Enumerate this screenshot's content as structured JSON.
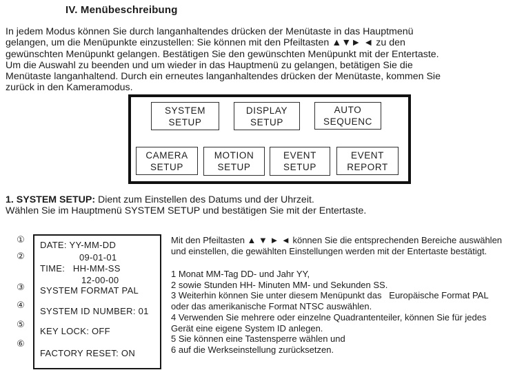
{
  "document": {
    "title": "IV. Menübeschreibung",
    "intro_paragraph": "In jedem Modus können Sie durch langanhaltendes drücken der Menütaste in das Hauptmenü\ngelangen, um die Menüpunkte einzustellen: Sie können mit den Pfeiltasten ▲▼► ◄ zu den\ngewünschten Menüpunkt gelangen. Bestätigen Sie den gewünschten Menüpunkt mit der Entertaste.\nUm die Auswahl zu beenden und um wieder in das Hauptmenü zu gelangen, betätigen Sie die\nMenütaste langanhaltend. Durch ein erneutes langanhaltendes drücken der Menütaste, kommen Sie\nzurück in den Kameramodus."
  },
  "menu_diagram": {
    "buttons": [
      {
        "id": "system-setup",
        "label": "SYSTEM\nSETUP"
      },
      {
        "id": "display-setup",
        "label": "DISPLAY\nSETUP"
      },
      {
        "id": "auto-sequenc",
        "label": "AUTO\nSEQUENC"
      },
      {
        "id": "camera-setup",
        "label": "CAMERA\nSETUP"
      },
      {
        "id": "motion-setup",
        "label": "MOTION\nSETUP"
      },
      {
        "id": "event-setup",
        "label": "EVENT\nSETUP"
      },
      {
        "id": "event-report",
        "label": "EVENT\nREPORT"
      }
    ]
  },
  "section_system_setup": {
    "heading_bold": "1. SYSTEM SETUP:",
    "heading_rest": " Dient zum Einstellen des Datums und der Uhrzeit.",
    "line2": "Wählen Sie im Hauptmenü SYSTEM SETUP und bestätigen Sie mit der Entertaste."
  },
  "system_screen": {
    "markers": [
      "①",
      "②",
      "③",
      "④",
      "⑤",
      "⑥"
    ],
    "lines": [
      "DATE: YY-MM-DD",
      "09-01-01",
      "TIME:   HH-MM-SS",
      "12-00-00",
      "SYSTEM FORMAT PAL",
      "SYSTEM ID NUMBER: 01",
      "KEY LOCK: OFF",
      "FACTORY RESET: ON"
    ]
  },
  "details": {
    "intro": "Mit den Pfeiltasten ▲ ▼ ► ◄ können Sie die entsprechenden Bereiche auswählen\nund einstellen, die gewählten Einstellungen werden mit der Entertaste bestätigt.",
    "items": "1 Monat MM-Tag DD- und Jahr YY,\n2 sowie Stunden HH- Minuten MM- und Sekunden SS.\n3 Weiterhin können Sie unter diesem Menüpunkt das   Europäische Format PAL\noder das amerikanische Format NTSC auswählen.\n4 Verwenden Sie mehrere oder einzelne Quadrantenteiler, können Sie für jedes\nGerät eine eigene System ID anlegen.\n5 Sie können eine Tastensperre wählen und\n6 auf die Werkseinstellung zurücksetzen."
  }
}
